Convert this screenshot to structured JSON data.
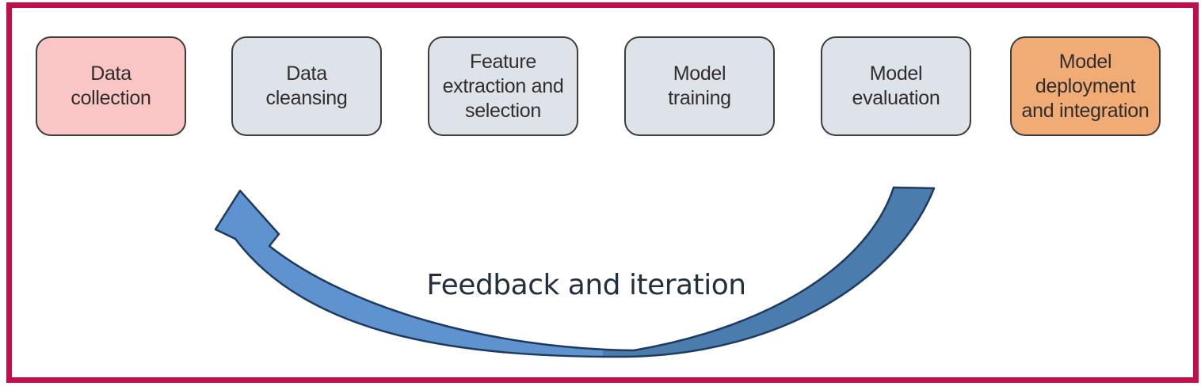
{
  "frame": {
    "color": "#c20e4a"
  },
  "boxes": [
    {
      "label": "Data\ncollection",
      "fill": "#f9c6c5"
    },
    {
      "label": "Data\ncleansing",
      "fill": "#dde3e8"
    },
    {
      "label": "Feature\nextraction and\nselection",
      "fill": "#dde3e8"
    },
    {
      "label": "Model\ntraining",
      "fill": "#dde3e8"
    },
    {
      "label": "Model\nevaluation",
      "fill": "#dde3e8"
    },
    {
      "label": "Model\ndeployment\nand integration",
      "fill": "#f1ab74"
    }
  ],
  "arrow": {
    "label": "Feedback and iteration",
    "fill_left": "#5e93cf",
    "fill_right": "#4a7cae",
    "outline": "#1e3a5f",
    "label_color": "#22303e"
  }
}
